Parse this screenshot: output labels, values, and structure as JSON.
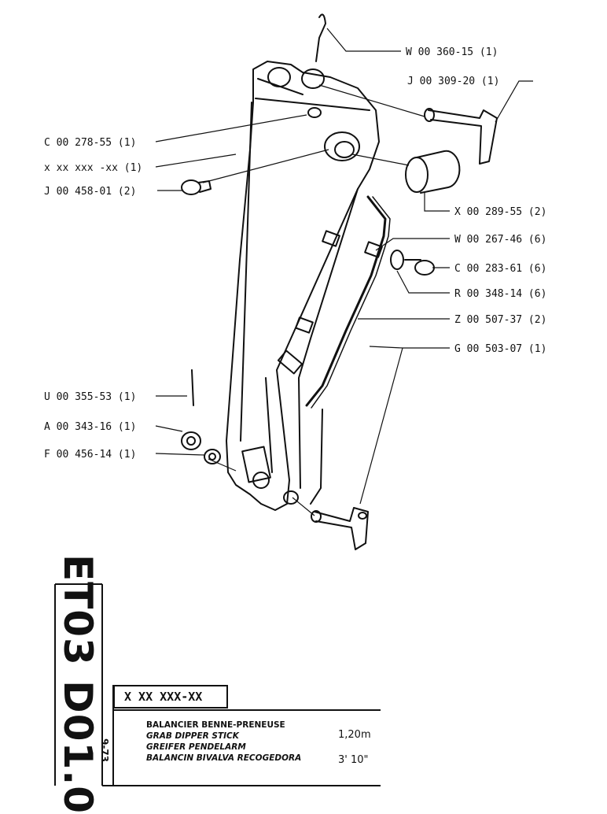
{
  "callouts": [
    {
      "id": "w360",
      "text": "W 00 360-15 (1)"
    },
    {
      "id": "j309",
      "text": "J 00 309-20 (1)"
    },
    {
      "id": "c278",
      "text": "C 00 278-55 (1)"
    },
    {
      "id": "xxx",
      "text": "x xx xxx -xx (1)"
    },
    {
      "id": "j458",
      "text": "J 00 458-01 (2)"
    },
    {
      "id": "x289",
      "text": "X 00 289-55 (2)"
    },
    {
      "id": "w267",
      "text": "W 00 267-46 (6)"
    },
    {
      "id": "c283",
      "text": "C 00 283-61 (6)"
    },
    {
      "id": "r348",
      "text": "R 00 348-14 (6)"
    },
    {
      "id": "z507",
      "text": "Z 00 507-37 (2)"
    },
    {
      "id": "g503",
      "text": "G 00 503-07 (1)"
    },
    {
      "id": "u355",
      "text": "U 00 355-53 (1)"
    },
    {
      "id": "a343",
      "text": "A 00 343-16 (1)"
    },
    {
      "id": "f456",
      "text": "F 00 456-14 (1)"
    }
  ],
  "title_block": {
    "page_code": "ET03 D01.0",
    "date": "9-73",
    "part_number": "X XX XXX-XX",
    "description": [
      "BALANCIER BENNE-PRENEUSE",
      "GRAB DIPPER STICK",
      "GREIFER PENDELARM",
      "BALANCIN BIVALVA RECOGEDORA"
    ],
    "size_metric": "1,20m",
    "size_imperial": "3' 10\""
  }
}
